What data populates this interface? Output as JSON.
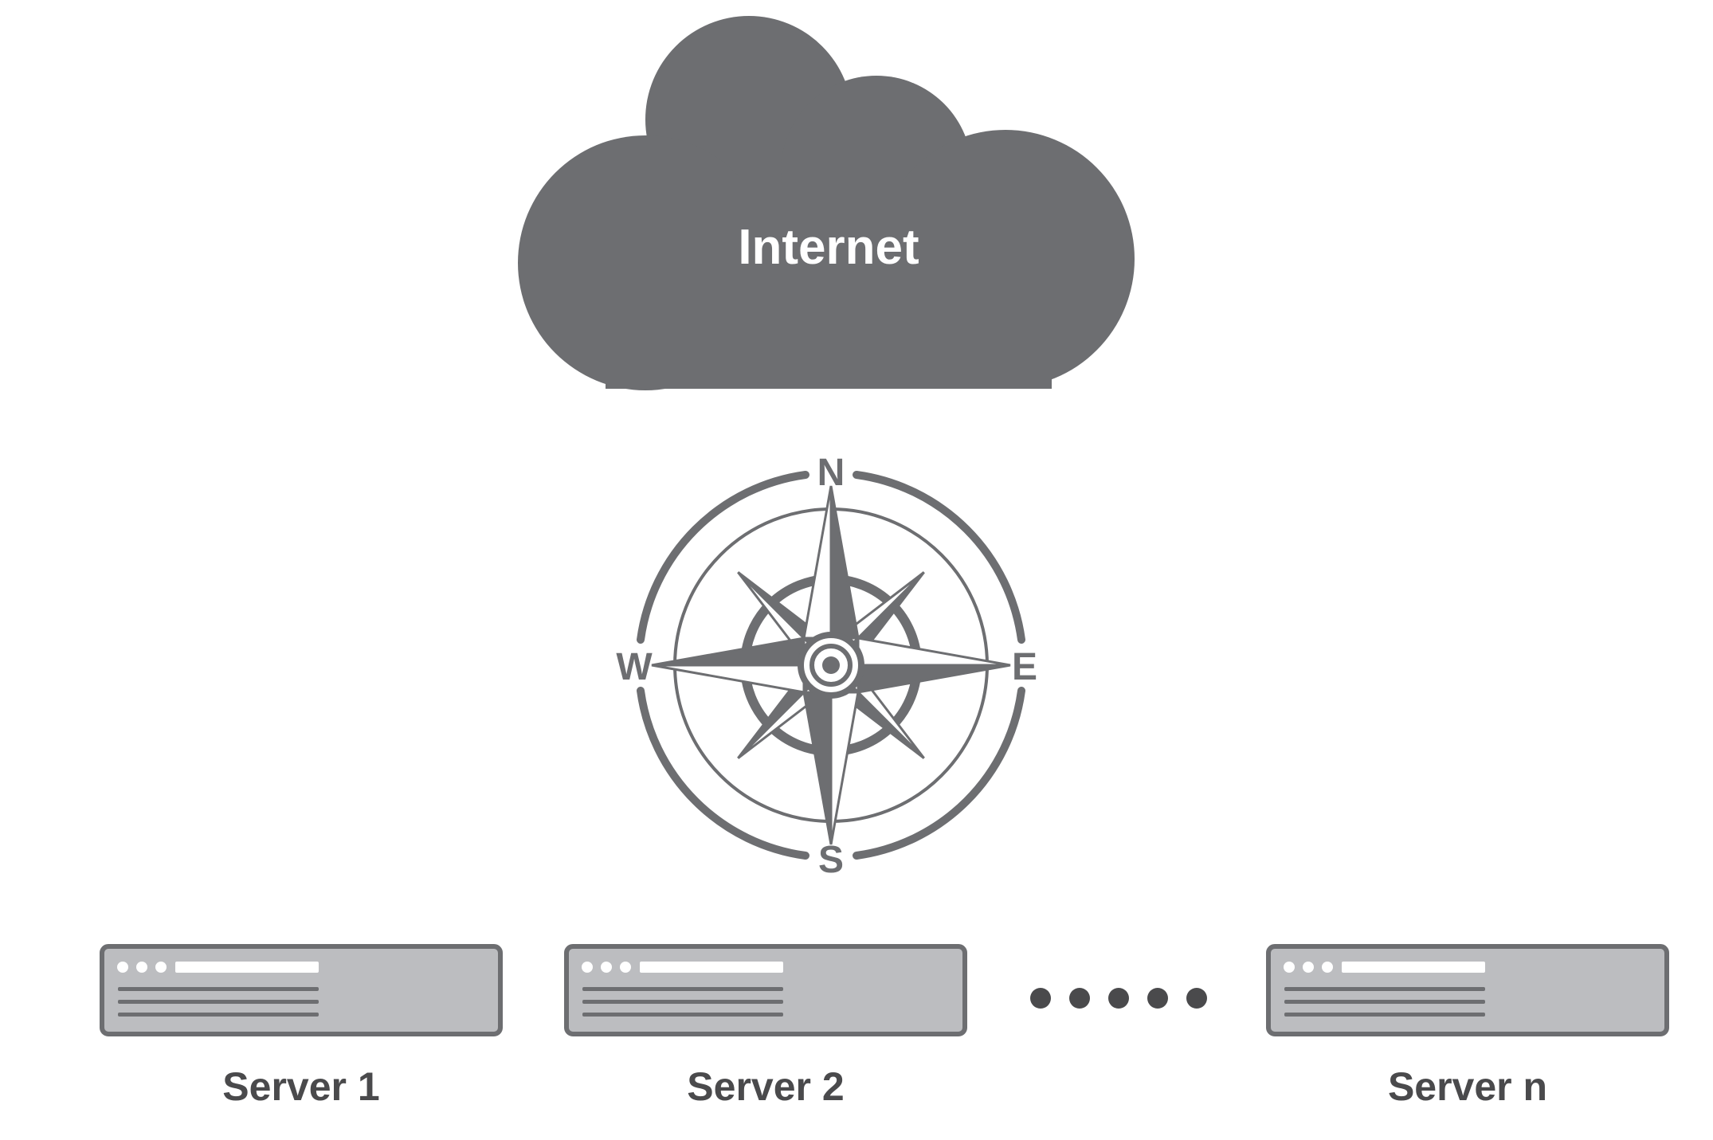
{
  "cloud": {
    "label": "Internet",
    "color": "#6d6e71"
  },
  "compass": {
    "north": "N",
    "south": "S",
    "east": "E",
    "west": "W",
    "color": "#6d6e71"
  },
  "servers": [
    {
      "label": "Server 1"
    },
    {
      "label": "Server 2"
    },
    {
      "label": "Server n"
    }
  ],
  "ellipsis_dots": 5,
  "colors": {
    "server_fill": "#bcbdc0",
    "server_stroke": "#6d6e71",
    "server_detail": "#6d6e71",
    "text": "#4a4a4c"
  }
}
